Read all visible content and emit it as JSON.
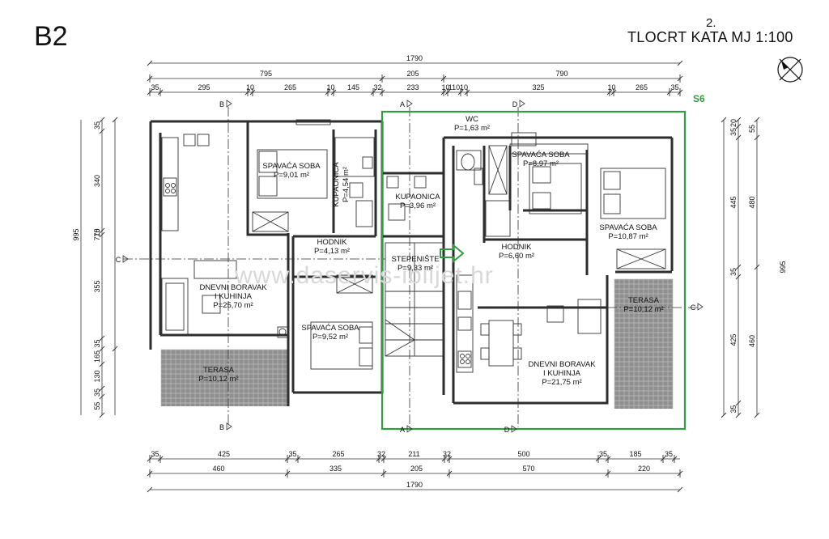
{
  "header": {
    "block": "B2",
    "floor": "2.",
    "title": "TLOCRT KATA   MJ 1:100",
    "unit_label": "S6"
  },
  "watermark": "www.daservis-ibiljet.hr",
  "rooms": [
    {
      "name": "SPAVAĆA SOBA",
      "area": "P=9,01 m²"
    },
    {
      "name": "KUPAONICA",
      "area": "P=4,54 m²"
    },
    {
      "name": "HODNIK",
      "area": "P=4,13 m²"
    },
    {
      "name": "DNEVNI BORAVAK",
      "name2": "I KUHINJA",
      "area": "P=25,70 m²"
    },
    {
      "name": "SPAVAĆA SOBA",
      "area": "P=9,52 m²"
    },
    {
      "name": "TERASA",
      "area": "P=10,12 m²"
    },
    {
      "name": "WC",
      "area": "P=1,63 m²"
    },
    {
      "name": "KUPAONICA",
      "area": "P=3,96 m²"
    },
    {
      "name": "STEPENIŠTE",
      "area": "P=9,33 m²"
    },
    {
      "name": "SPAVAĆA SOBA",
      "area": "P=8,97 m²"
    },
    {
      "name": "HODNIK",
      "area": "P=6,60 m²"
    },
    {
      "name": "SPAVAĆA SOBA",
      "area": "P=10,87 m²"
    },
    {
      "name": "TERASA",
      "area": "P=10,12 m²"
    },
    {
      "name": "DNEVNI BORAVAK",
      "name2": "I KUHINJA",
      "area": "P=21,75 m²"
    }
  ],
  "dimensions": {
    "top_total": "1790",
    "top_main": [
      "795",
      "205",
      "790"
    ],
    "top_detail": [
      "35",
      "295",
      "10",
      "265",
      "10",
      "145",
      "32",
      "233",
      "10",
      "110",
      "10",
      "325",
      "10",
      "265",
      "35"
    ],
    "bottom_detail": [
      "35",
      "425",
      "35",
      "265",
      "32",
      "211",
      "32",
      "500",
      "35",
      "185",
      "35"
    ],
    "bottom_main": [
      "460",
      "335",
      "205",
      "570",
      "220"
    ],
    "bottom_total": "1790",
    "left_detail": [
      "35",
      "340",
      "10",
      "355",
      "35",
      "165",
      "130",
      "35",
      "55"
    ],
    "left_main": "775",
    "left_total": "995",
    "right_detail": [
      "20",
      "35",
      "445",
      "35",
      "425",
      "35"
    ],
    "right_main": [
      "55",
      "480",
      "460"
    ],
    "right_total": "995"
  },
  "section_marks": [
    "B",
    "B",
    "C",
    "C",
    "D",
    "D",
    "A",
    "A"
  ],
  "colors": {
    "highlight": "#2e9e3e",
    "wall": "#3a3a3a",
    "terrace": "#9a9a9a"
  }
}
